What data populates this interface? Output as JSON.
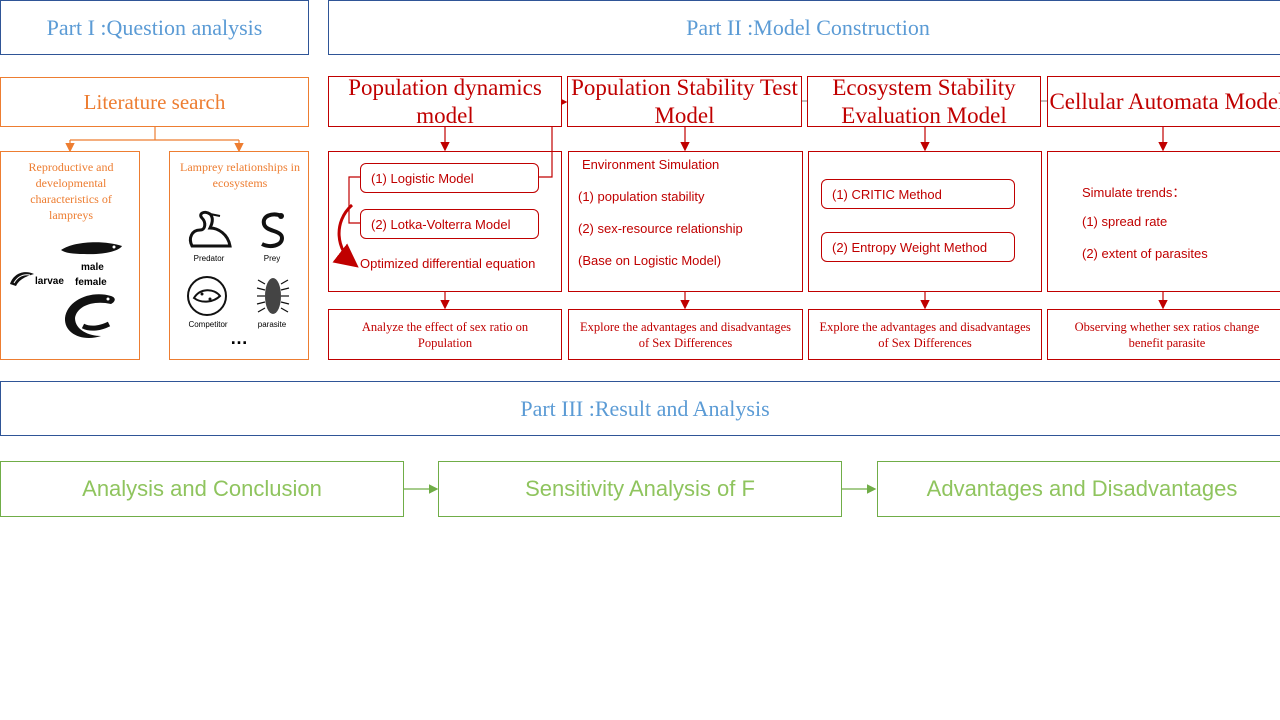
{
  "parts": {
    "part1": "Part I :Question analysis",
    "part2": "Part II :Model Construction",
    "part3": "Part III :Result and Analysis"
  },
  "part1": {
    "literature": "Literature search",
    "left_box": {
      "title": "Reproductive and developmental characteristics of lampreys",
      "male": "male",
      "female": "female",
      "larvae": "larvae"
    },
    "right_box": {
      "title": "Lamprey relationships in ecosystems",
      "predator": "Predator",
      "prey": "Prey",
      "competitor": "Competitor",
      "parasite": "parasite",
      "more": "…"
    }
  },
  "models": [
    {
      "title": "Population dynamics model",
      "items": [
        "(1) Logistic Model",
        "(2) Lotka-Volterra Model"
      ],
      "extra": "Optimized differential equation",
      "note": "Analyze the effect of sex ratio on Population"
    },
    {
      "title": "Population Stability Test Model",
      "lines": [
        "Environment Simulation",
        "(1)  population stability",
        "(2)  sex-resource relationship",
        "(Base on Logistic Model)"
      ],
      "note": "Explore  the advantages and disadvantages of Sex Differences"
    },
    {
      "title": "Ecosystem Stability Evaluation Model",
      "items": [
        "(1) CRITIC Method",
        "(2) Entropy Weight Method"
      ],
      "note": "Explore  the advantages and disadvantages of Sex Differences"
    },
    {
      "title": "Cellular Automata Model",
      "lines": [
        "Simulate trends：",
        "(1) spread rate",
        "(2) extent of parasites"
      ],
      "note": "Observing whether sex ratios change benefit parasite"
    }
  ],
  "results": [
    "Analysis and Conclusion",
    "Sensitivity Analysis of F",
    "Advantages and Disadvantages"
  ],
  "colors": {
    "blue_border": "#2f5597",
    "blue_text": "#5b9bd5",
    "orange": "#ed7d31",
    "red": "#c00000",
    "green_border": "#70ad47",
    "green_text": "#8fc45e"
  }
}
